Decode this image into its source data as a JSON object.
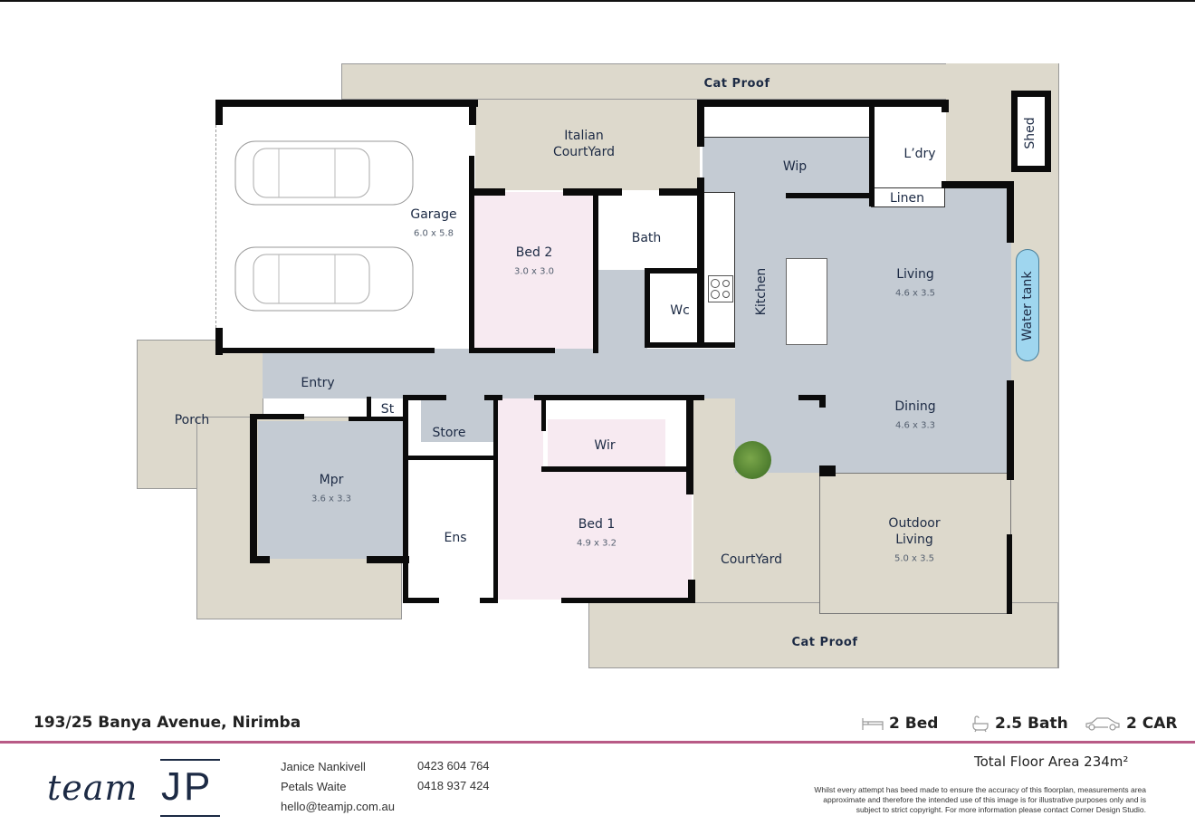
{
  "plan": {
    "rooms": [
      {
        "id": "cat-proof-top",
        "name": "Cat Proof",
        "dims": ""
      },
      {
        "id": "italian-courtyard",
        "name": "Italian\nCourtYard",
        "line1": "Italian",
        "line2": "CourtYard",
        "dims": ""
      },
      {
        "id": "garage",
        "name": "Garage",
        "dims": "6.0 x 5.8"
      },
      {
        "id": "bed2",
        "name": "Bed 2",
        "dims": "3.0 x 3.0"
      },
      {
        "id": "bath",
        "name": "Bath",
        "dims": ""
      },
      {
        "id": "wc",
        "name": "Wc",
        "dims": ""
      },
      {
        "id": "wip",
        "name": "Wip",
        "dims": ""
      },
      {
        "id": "laundry",
        "name": "L’dry",
        "dims": ""
      },
      {
        "id": "linen",
        "name": "Linen",
        "dims": ""
      },
      {
        "id": "shed",
        "name": "Shed",
        "dims": ""
      },
      {
        "id": "kitchen",
        "name": "Kitchen",
        "dims": ""
      },
      {
        "id": "living",
        "name": "Living",
        "dims": "4.6 x 3.5"
      },
      {
        "id": "water-tank",
        "name": "Water tank",
        "dims": ""
      },
      {
        "id": "entry",
        "name": "Entry",
        "dims": ""
      },
      {
        "id": "porch",
        "name": "Porch",
        "dims": ""
      },
      {
        "id": "st",
        "name": "St",
        "dims": ""
      },
      {
        "id": "store",
        "name": "Store",
        "dims": ""
      },
      {
        "id": "mpr",
        "name": "Mpr",
        "dims": "3.6 x 3.3"
      },
      {
        "id": "ens",
        "name": "Ens",
        "dims": ""
      },
      {
        "id": "wir",
        "name": "Wir",
        "dims": ""
      },
      {
        "id": "bed1",
        "name": "Bed 1",
        "dims": "4.9 x 3.2"
      },
      {
        "id": "dining",
        "name": "Dining",
        "dims": "4.6 x 3.3"
      },
      {
        "id": "courtyard",
        "name": "CourtYard",
        "dims": ""
      },
      {
        "id": "outdoor-living",
        "name": "Outdoor Living",
        "line1": "Outdoor",
        "line2": "Living",
        "dims": "5.0 x 3.5"
      },
      {
        "id": "cat-proof-bottom",
        "name": "Cat Proof",
        "dims": ""
      }
    ],
    "colors": {
      "yard": "#ddd9cc",
      "living_areas": "#c4cbd3",
      "bedrooms": "#f7eaf1",
      "walls": "#0b0b0b",
      "water_tank": "#9fd6ef",
      "tree": "#5e8f3a"
    }
  },
  "footer": {
    "address": "193/25 Banya Avenue, Nirimba",
    "stats": [
      {
        "icon": "bed-icon",
        "label": "2 Bed"
      },
      {
        "icon": "bath-icon",
        "label": "2.5 Bath"
      },
      {
        "icon": "car-icon",
        "label": "2 CAR"
      }
    ],
    "brand": {
      "script": "team",
      "mark": "JP"
    },
    "contacts": [
      {
        "name": "Janice Nankivell",
        "phone": "0423 604 764"
      },
      {
        "name": "Petals Waite",
        "phone": "0418 937 424"
      }
    ],
    "email": "hello@teamjp.com.au",
    "total_floor_area": "Total Floor Area 234m²",
    "disclaimer": "Whilst every attempt has beed made to ensure the accuracy of this floorplan, measurements area approximate and therefore the intended use of this image is for illustrative purposes only and is subject to strict copyright. For more information please contact Corner Design Studio.",
    "accent_color": "#b85a86"
  }
}
